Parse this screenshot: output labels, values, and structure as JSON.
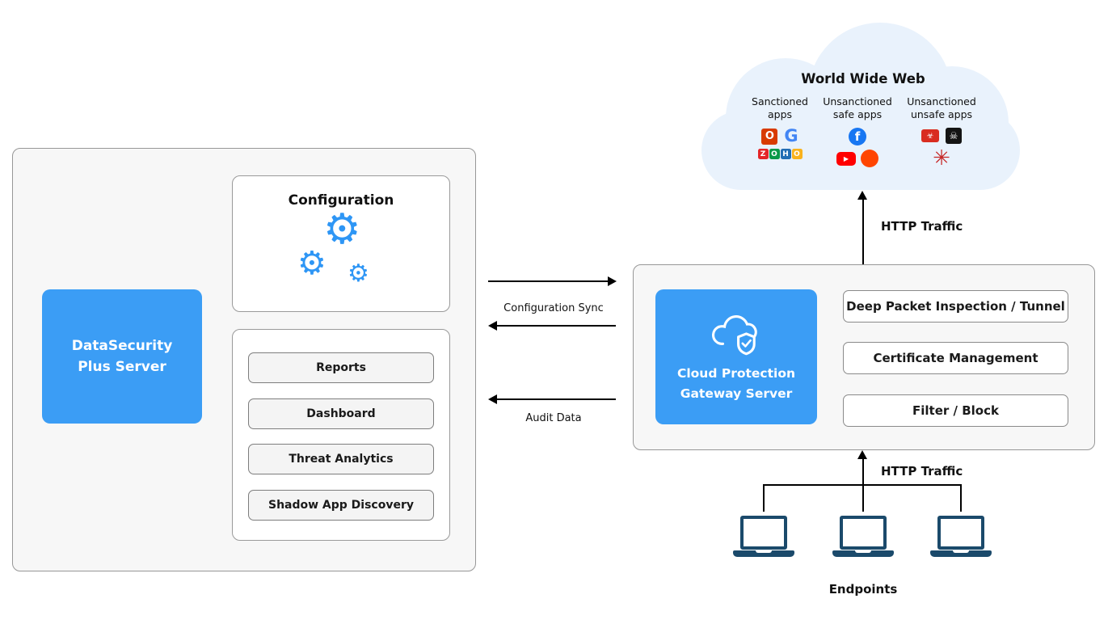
{
  "left_panel": {
    "server_label": "DataSecurity Plus Server",
    "configuration_title": "Configuration",
    "modules": [
      "Reports",
      "Dashboard",
      "Threat Analytics",
      "Shadow App Discovery"
    ]
  },
  "connections": {
    "configuration_sync": "Configuration Sync",
    "audit_data": "Audit Data",
    "http_traffic_top": "HTTP Traffic",
    "http_traffic_bottom": "HTTP Traffic"
  },
  "gateway": {
    "server_label": "Cloud Protection Gateway Server",
    "features": [
      "Deep Packet Inspection / Tunnel",
      "Certificate Management",
      "Filter / Block"
    ]
  },
  "cloud": {
    "title": "World Wide Web",
    "categories": [
      {
        "label": "Sanctioned apps",
        "icons": [
          "office-icon",
          "google-icon",
          "zoho-icon"
        ]
      },
      {
        "label": "Unsanctioned safe apps",
        "icons": [
          "facebook-icon",
          "youtube-icon",
          "reddit-icon"
        ]
      },
      {
        "label": "Unsanctioned unsafe apps",
        "icons": [
          "hacked-laptop-icon",
          "hacker-icon",
          "virus-icon"
        ]
      }
    ]
  },
  "endpoints": {
    "label": "Endpoints",
    "count": 3
  },
  "icon_glyphs": {
    "gear": "⚙",
    "office": "O",
    "google": "G",
    "facebook": "f",
    "youtube_play": "▶",
    "zoho": [
      "Z",
      "O",
      "H",
      "O"
    ],
    "bug": "☣",
    "hacker": "☠",
    "virus": "✳"
  },
  "colors": {
    "accent_blue": "#3B9DF5",
    "panel_gray": "#F7F7F7",
    "cloud_blue": "#E9F2FC",
    "endpoint_navy": "#1B4A6B",
    "arrow_black": "#000000"
  }
}
